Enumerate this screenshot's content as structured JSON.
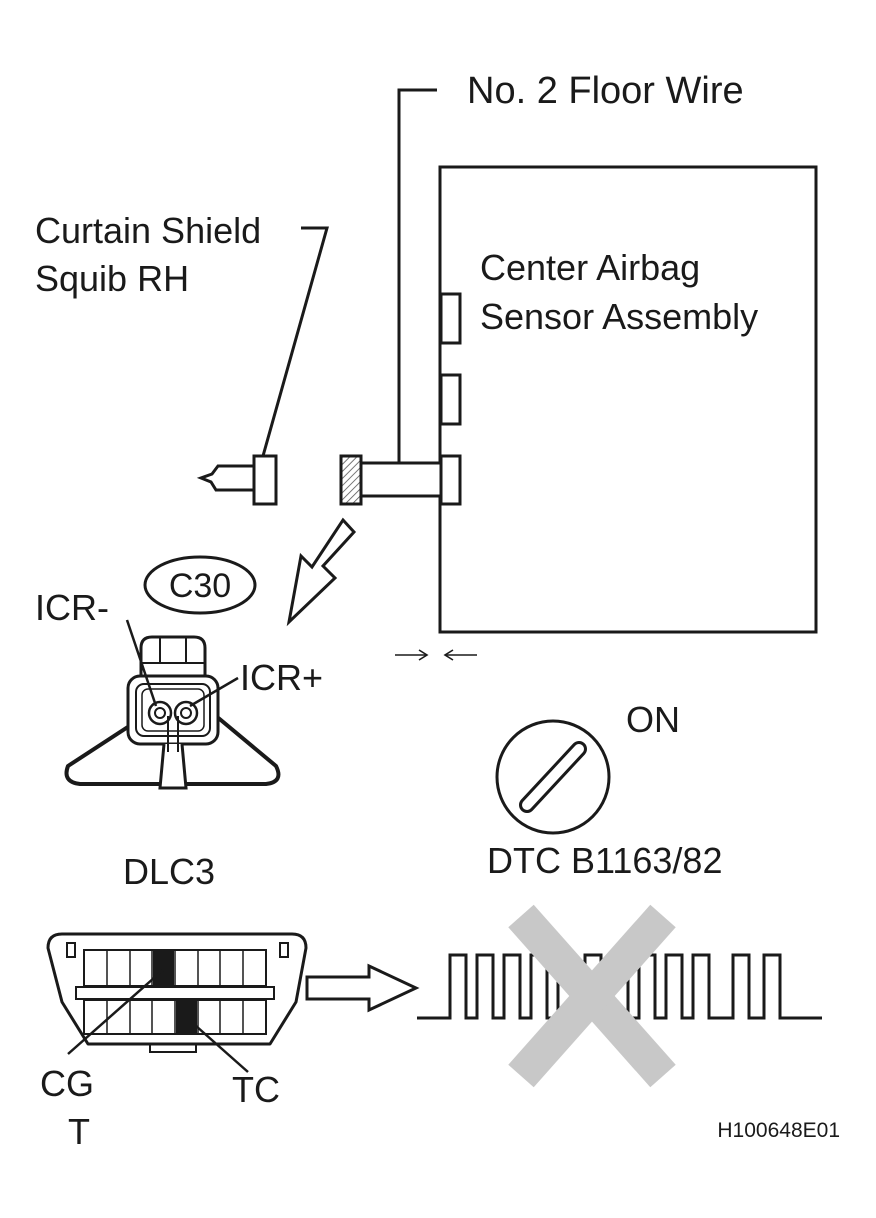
{
  "labels": {
    "floor_wire": "No. 2 Floor Wire",
    "squib_line1": "Curtain Shield",
    "squib_line2": "Squib RH",
    "sensor_line1": "Center Airbag",
    "sensor_line2": "Sensor Assembly",
    "connector_code": "C30",
    "icr_minus": "ICR-",
    "icr_plus": "ICR+",
    "ignition_state": "ON",
    "dtc": "DTC B1163/82",
    "dlc": "DLC3",
    "cg": "CG",
    "cg_t": "T",
    "tc": "TC",
    "figure_id": "H100648E01"
  },
  "colors": {
    "ink": "#1a1a1a",
    "cross": "#c8c8c8",
    "hatch": "#555555"
  }
}
